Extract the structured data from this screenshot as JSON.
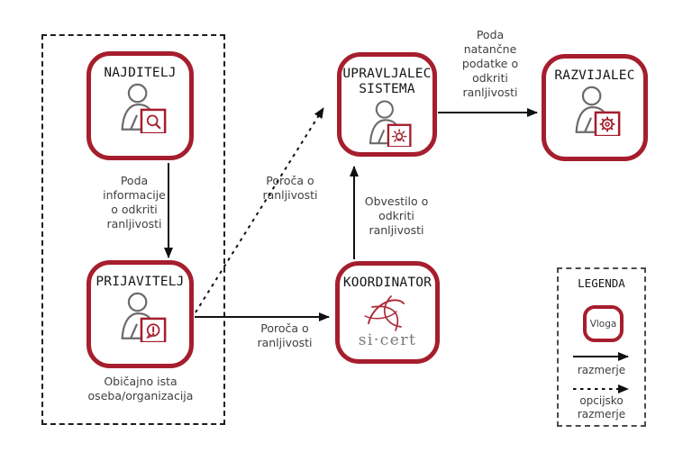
{
  "diagram": {
    "colors": {
      "accent_red": "#A61E2D",
      "person_gray": "#6b6b6d",
      "sicert_text_gray": "#77797c"
    },
    "nodes": {
      "najditelj": {
        "title": "NAJDITELJ",
        "icon": "person-magnifier-icon"
      },
      "prijavitelj": {
        "title": "PRIJAVITELJ",
        "icon": "person-alert-bubble-icon",
        "note_lines": [
          "Običajno ista",
          "oseba/organizacija"
        ]
      },
      "upravljalec": {
        "title_lines": [
          "UPRAVLJALEC",
          "SISTEMA"
        ],
        "icon": "person-lightbulb-icon"
      },
      "koordinator": {
        "title": "KOORDINATOR",
        "icon": "sicert-logo",
        "logo_text": "si·cert"
      },
      "razvijalec": {
        "title": "RAZVIJALEC",
        "icon": "person-gear-icon"
      }
    },
    "edges": {
      "najditelj_prijavitelj": {
        "style": "solid",
        "label_lines": [
          "Poda",
          "informacije",
          "o odkriti",
          "ranljivosti"
        ]
      },
      "prijavitelj_upravljalec": {
        "style": "dashed",
        "label_lines": [
          "Poroča o",
          "ranljivosti"
        ]
      },
      "prijavitelj_koordinator": {
        "style": "solid",
        "label_lines": [
          "Poroča o",
          "ranljivosti"
        ]
      },
      "koordinator_upravljalec": {
        "style": "solid",
        "label_lines": [
          "Obvestilo o",
          "odkriti",
          "ranljivosti"
        ]
      },
      "upravljalec_razvijalec": {
        "style": "solid",
        "label_lines": [
          "Poda",
          "natančne",
          "podatke o",
          "odkriti",
          "ranljivosti"
        ]
      }
    },
    "legend": {
      "title": "LEGENDA",
      "role_label": "Vloga",
      "solid_arrow_label": "razmerje",
      "dashed_arrow_label_lines": [
        "opcijsko",
        "razmerje"
      ]
    }
  }
}
